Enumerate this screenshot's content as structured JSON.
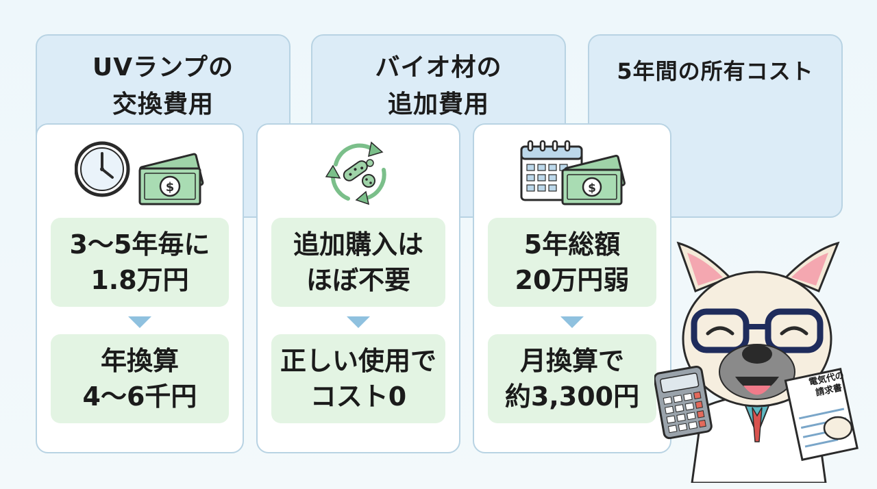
{
  "panels": [
    {
      "title_line1": "UVランプの",
      "title_line2": "交換費用"
    },
    {
      "title_line1": "バイオ材の",
      "title_line2": "追加費用"
    },
    {
      "title_line1": "5年間の所有コスト"
    }
  ],
  "cards": [
    {
      "icon": "clock-money-icon",
      "top_line1": "3〜5年毎に",
      "top_line2": "1.8万円",
      "bottom_line1": "年換算",
      "bottom_line2": "4〜6千円"
    },
    {
      "icon": "bacteria-recycle-icon",
      "top_line1": "追加購入は",
      "top_line2": "ほぼ不要",
      "bottom_line1": "正しい使用で",
      "bottom_line2": "コスト0"
    },
    {
      "icon": "calendar-money-icon",
      "top_line1": "5年総額",
      "top_line2": "20万円弱",
      "bottom_line1": "月換算で",
      "bottom_line2": "約3,300円"
    }
  ],
  "mascot": {
    "icon": "dog-doctor-mascot",
    "bill_line1": "電気代の",
    "bill_line2": "請求書"
  },
  "colors": {
    "panel_bg": "#dcecf7",
    "border": "#b8d3e3",
    "box_green": "#e3f4e3",
    "arrow_blue": "#8fc1df",
    "money_green": "#7bbf8a"
  }
}
